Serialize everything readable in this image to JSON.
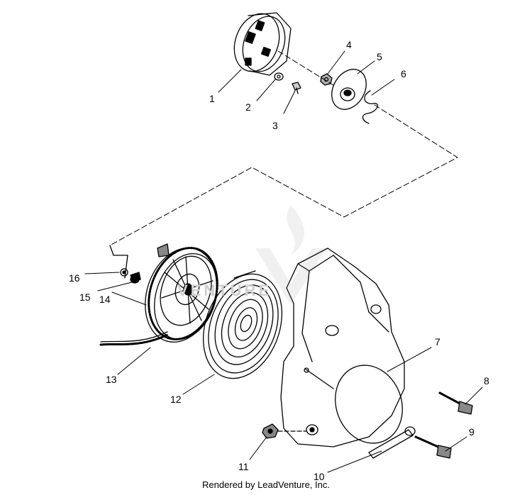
{
  "callouts": [
    {
      "id": "1",
      "label": "1"
    },
    {
      "id": "2",
      "label": "2"
    },
    {
      "id": "3",
      "label": "3"
    },
    {
      "id": "4",
      "label": "4"
    },
    {
      "id": "5",
      "label": "5"
    },
    {
      "id": "6",
      "label": "6"
    },
    {
      "id": "7",
      "label": "7"
    },
    {
      "id": "8",
      "label": "8"
    },
    {
      "id": "9",
      "label": "9"
    },
    {
      "id": "10",
      "label": "10"
    },
    {
      "id": "11",
      "label": "11"
    },
    {
      "id": "12",
      "label": "12"
    },
    {
      "id": "13",
      "label": "13"
    },
    {
      "id": "14",
      "label": "14"
    },
    {
      "id": "15",
      "label": "15"
    },
    {
      "id": "16",
      "label": "16"
    }
  ],
  "watermark": {
    "text": "VENTURE"
  },
  "footer": {
    "text": "Rendered by LeadVenture, Inc."
  }
}
